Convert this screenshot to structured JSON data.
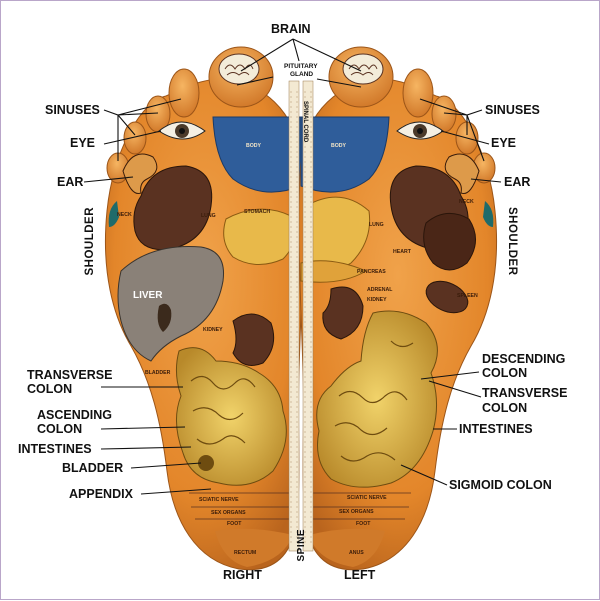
{
  "labels": {
    "brain": "BRAIN",
    "pituitary": "PITUITARY",
    "gland": "GLAND",
    "spinal_cord": "SPINAL CORD",
    "sinuses_left": "SINUSES",
    "sinuses_right": "SINUSES",
    "eye_left": "EYE",
    "eye_right": "EYE",
    "ear_left": "EAR",
    "ear_right": "EAR",
    "shoulder_left": "SHOULDER",
    "shoulder_right": "SHOULDER",
    "transverse_colon_left_1": "TRANSVERSE",
    "transverse_colon_left_2": "COLON",
    "ascending_colon_1": "ASCENDING",
    "ascending_colon_2": "COLON",
    "intestines_left": "INTESTINES",
    "bladder": "BLADDER",
    "appendix": "APPENDIX",
    "descending_colon_1": "DESCENDING",
    "descending_colon_2": "COLON",
    "transverse_colon_right_1": "TRANSVERSE",
    "transverse_colon_right_2": "COLON",
    "intestines_right": "INTESTINES",
    "sigmoid_colon": "SIGMOID COLON",
    "right": "RIGHT",
    "left": "LEFT",
    "spine": "SPINE"
  },
  "organ_labels": {
    "liver": "LIVER",
    "neck_left": "NECK",
    "neck_right": "NECK",
    "lung_left": "LUNG",
    "lung_right": "LUNG",
    "stomach": "STOMACH",
    "heart": "HEART",
    "pancreas": "PANCREAS",
    "adrenal": "ADRENAL",
    "kidney_left": "KIDNEY",
    "kidney_right": "KIDNEY",
    "spleen": "SPLEEN",
    "bladder_small": "BLADDER",
    "sciatic_left": "SCIATIC NERVE",
    "sciatic_right": "SCIATIC NERVE",
    "sex_organs_left": "SEX ORGANS",
    "sex_organs_right": "SEX ORGANS",
    "foot_left": "FOOT",
    "foot_right": "FOOT",
    "rectum": "RECTUM",
    "anus": "ANUS",
    "body_left": "BODY",
    "body_right": "BODY"
  },
  "colors": {
    "foot": "#e58a2a",
    "foot_dark": "#b8641c",
    "organ_dark": "#5a3221",
    "organ_grey": "#8a8178",
    "intestine": "#e6bf4a",
    "lung_blue": "#2f5d9a",
    "spine": "#f3e9d2"
  }
}
